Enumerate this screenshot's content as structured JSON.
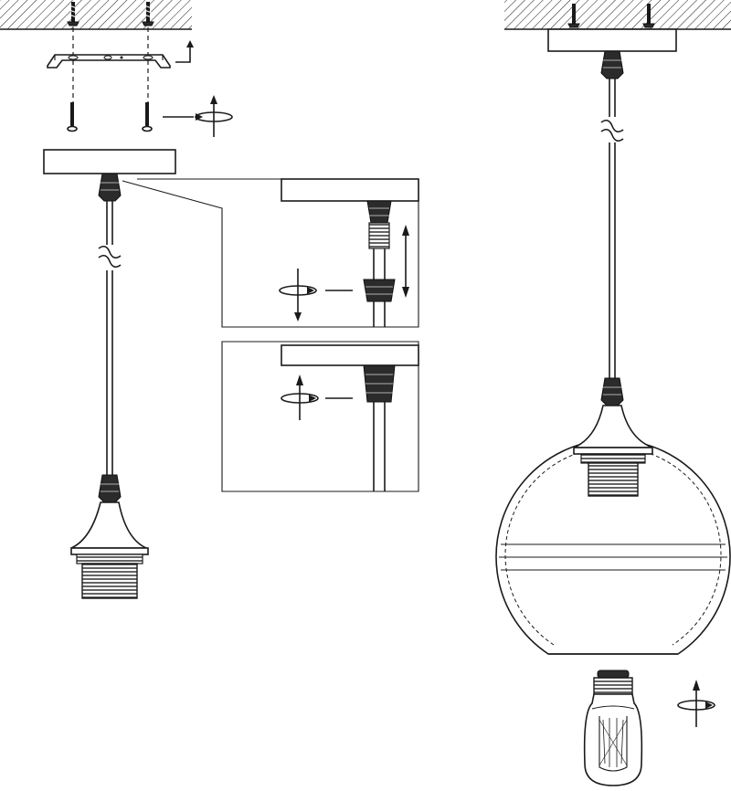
{
  "diagram": {
    "type": "pendant-lamp-installation-instructions",
    "panels": [
      "ceiling-mount-assembly",
      "cord-grip-detail-loosen",
      "cord-grip-detail-tighten",
      "glass-globe-and-bulb"
    ],
    "labels": []
  },
  "colors": {
    "ink": "#1a1a1a",
    "paper": "#ffffff",
    "dark_part": "#2b2b2b"
  },
  "icons": [
    "screw-icon",
    "rotate-arrow-icon",
    "up-arrow-icon",
    "down-arrow-icon",
    "double-arrow-icon"
  ]
}
